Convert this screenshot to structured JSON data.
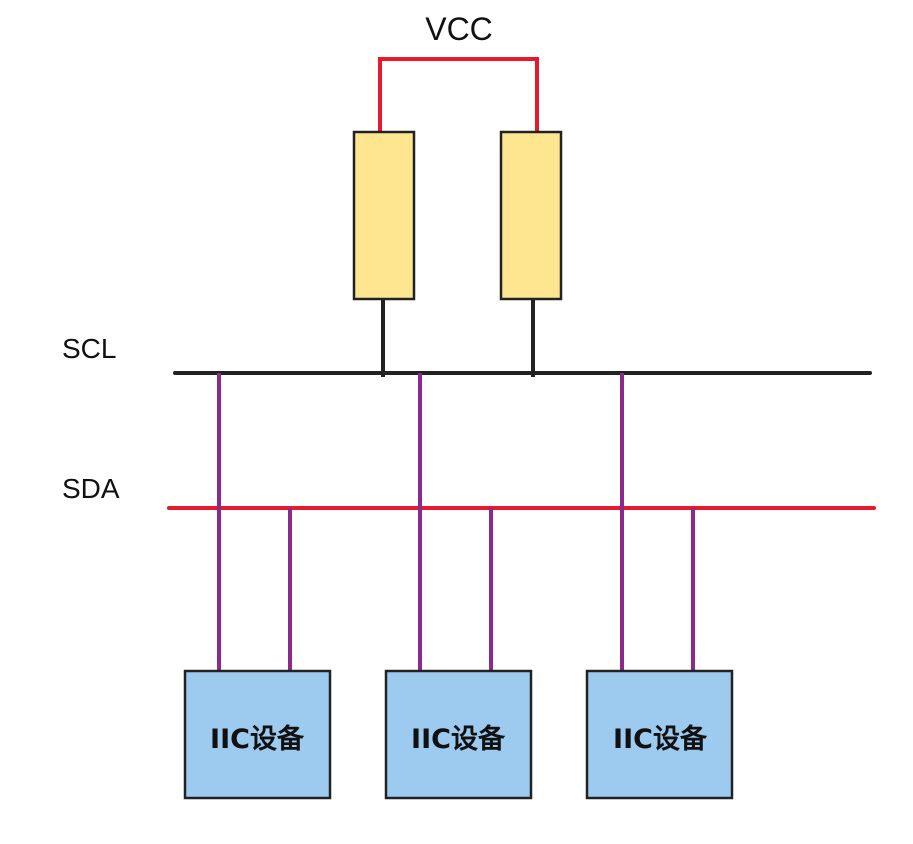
{
  "labels": {
    "vcc": "VCC",
    "scl": "SCL",
    "sda": "SDA"
  },
  "devices": [
    {
      "label": "IIC设备"
    },
    {
      "label": "IIC设备"
    },
    {
      "label": "IIC设备"
    }
  ],
  "colors": {
    "vcc_wire": "#e8192c",
    "scl_line": "#222222",
    "sda_line": "#e8192c",
    "device_wire": "#8b2a8c",
    "resistor_fill": "#fde68f",
    "device_fill": "#9ccbef",
    "outline": "#222222"
  }
}
